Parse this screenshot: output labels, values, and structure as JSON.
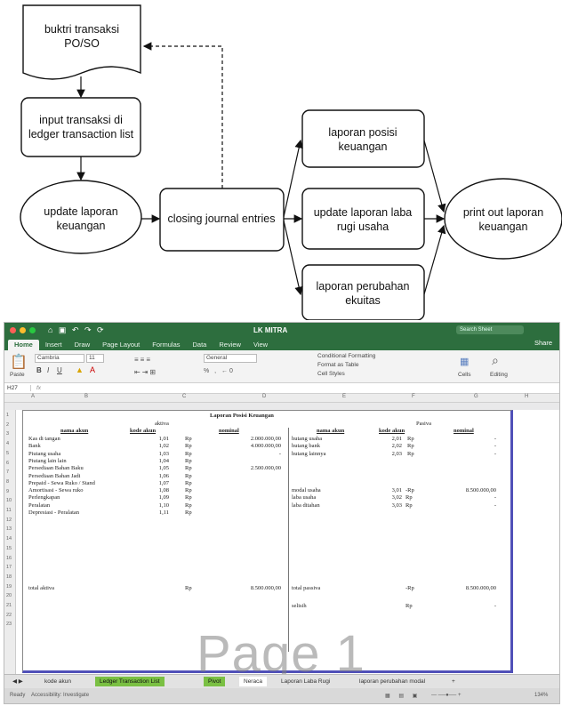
{
  "flowchart": {
    "doc_node": {
      "line1": "buktri transaksi",
      "line2": "PO/SO"
    },
    "input_node": {
      "line1": "input transaksi di",
      "line2": "ledger transaction list"
    },
    "update_node": {
      "line1": "update laporan",
      "line2": "keuangan"
    },
    "closing_node": {
      "line1": "closing journal entries"
    },
    "posisi_node": {
      "line1": "laporan posisi",
      "line2": "keuangan"
    },
    "labarugi_node": {
      "line1": "update laporan laba",
      "line2": "rugi usaha"
    },
    "ekuitas_node": {
      "line1": "laporan perubahan",
      "line2": "ekuitas"
    },
    "print_node": {
      "line1": "print out laporan",
      "line2": "keuangan"
    }
  },
  "excel": {
    "window_title": "LK MITRA",
    "search_placeholder": "Search Sheet",
    "share_label": "Share",
    "ribbon_tabs": [
      "Home",
      "Insert",
      "Draw",
      "Page Layout",
      "Formulas",
      "Data",
      "Review",
      "View"
    ],
    "font_name": "Cambria",
    "font_size": "11",
    "number_format": "General",
    "conditional_formatting": "Conditional Formatting",
    "format_as_table": "Format as Table",
    "cell_styles": "Cell Styles",
    "cells_label": "Cells",
    "editing_label": "Editing",
    "paste_label": "Paste",
    "name_box": "H27",
    "fx": "fx",
    "column_letters": [
      "A",
      "B",
      "C",
      "D",
      "E",
      "F",
      "G",
      "H"
    ],
    "row_numbers": [
      "1",
      "2",
      "3",
      "4",
      "5",
      "6",
      "7",
      "8",
      "9",
      "10",
      "11",
      "12",
      "13",
      "14",
      "15",
      "16",
      "17",
      "18",
      "19",
      "20",
      "21",
      "22",
      "23"
    ],
    "sheet": {
      "title": "Laporan Posisi Keuangan",
      "aktiva_label": "aktiva",
      "pasiva_label": "Pasiva",
      "hdr_nama_akun": "nama akun",
      "hdr_kode_akun": "kode akun",
      "hdr_nominal": "nominal",
      "rp": "Rp",
      "left_rows": [
        {
          "name": "Kas di tangan",
          "code": "1,01",
          "value": "2.000.000,00"
        },
        {
          "name": "Bank",
          "code": "1,02",
          "value": "4.000.000,00"
        },
        {
          "name": "Piutang usaha",
          "code": "1,03",
          "value": "-"
        },
        {
          "name": "Piutang lain lain",
          "code": "1,04",
          "value": ""
        },
        {
          "name": "Persediaan Bahan Baku",
          "code": "1,05",
          "value": "2.500.000,00"
        },
        {
          "name": "Persediaan Bahan Jadi",
          "code": "1,06",
          "value": ""
        },
        {
          "name": "Prepaid - Sewa Ruko / Stand",
          "code": "1,07",
          "value": ""
        },
        {
          "name": "Amortisasi - Sewa ruko",
          "code": "1,08",
          "value": ""
        },
        {
          "name": "Perlengkapan",
          "code": "1,09",
          "value": ""
        },
        {
          "name": "Peralatan",
          "code": "1,10",
          "value": ""
        },
        {
          "name": "Depresiasi - Peralatan",
          "code": "1,11",
          "value": ""
        }
      ],
      "right_rows_top": [
        {
          "name": "hutang usaha",
          "code": "2,01",
          "value": "-"
        },
        {
          "name": "hutang bank",
          "code": "2,02",
          "value": "-"
        },
        {
          "name": "hutang lainnya",
          "code": "2,03",
          "value": "-"
        }
      ],
      "right_rows_mid": [
        {
          "name": "modal usaha",
          "code": "3,01",
          "rp": "-Rp",
          "value": "8.500.000,00"
        },
        {
          "name": "laba usaha",
          "code": "3,02",
          "rp": "Rp",
          "value": "-"
        },
        {
          "name": "laba ditahan",
          "code": "3,03",
          "rp": "Rp",
          "value": "-"
        }
      ],
      "total_aktiva_label": "total aktiva",
      "total_aktiva_value": "8.500.000,00",
      "total_pasiva_label": "total passiva",
      "total_pasiva_rp": "-Rp",
      "total_pasiva_value": "8.500.000,00",
      "selisih_label": "selisih",
      "selisih_value": "-",
      "watermark": "Page 1"
    },
    "sheet_tabs": [
      "kode akun",
      "Ledger Transaction List",
      "Pivot",
      "Neraca",
      "Laporan Laba Rugi",
      "laporan perubahan modal"
    ],
    "status_left": "Ready",
    "status_accessibility": "Accessibility: Investigate",
    "zoom": "134%"
  }
}
